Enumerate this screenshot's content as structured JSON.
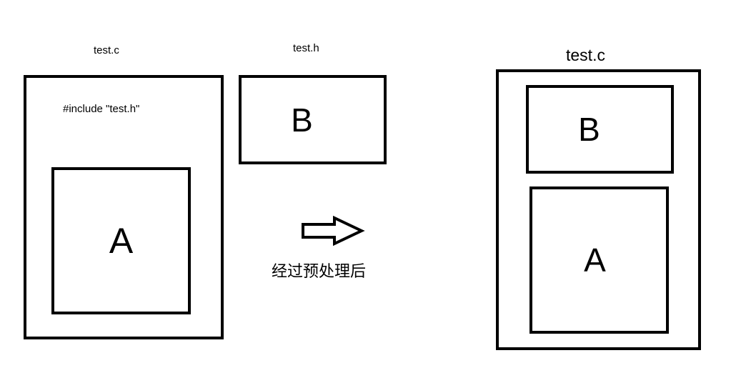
{
  "left_file": {
    "title": "test.c",
    "include_line": "#include \"test.h\"",
    "inner_label": "A"
  },
  "header_file": {
    "title": "test.h",
    "inner_label": "B"
  },
  "transition": {
    "arrow_icon": "right-arrow-icon",
    "caption": "经过预处理后"
  },
  "right_file": {
    "title": "test.c",
    "top_label": "B",
    "bottom_label": "A"
  },
  "colors": {
    "stroke": "#000000",
    "background": "#ffffff"
  }
}
